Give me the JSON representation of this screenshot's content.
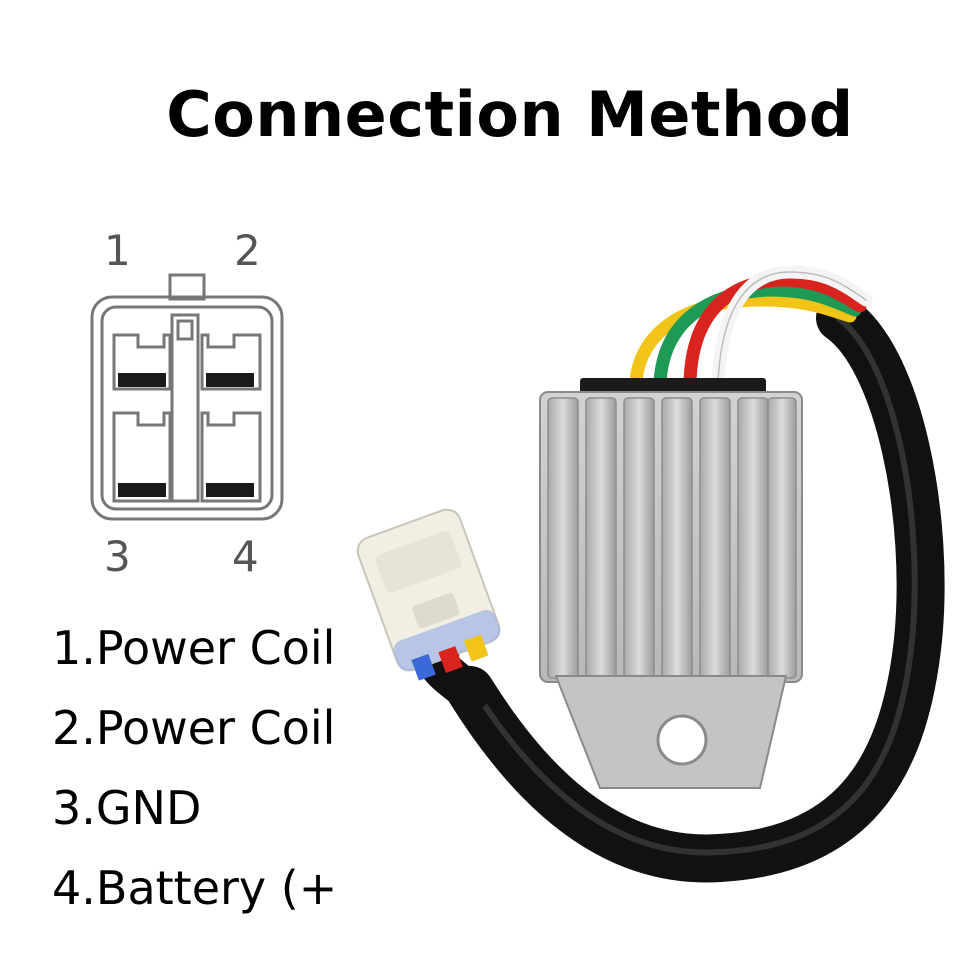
{
  "title": "Connection Method",
  "pins": {
    "p1": "1",
    "p2": "2",
    "p3": "3",
    "p4": "4"
  },
  "legend": [
    "1.Power Coil",
    "2.Power Coil",
    "3.GND",
    "4.Battery (+"
  ],
  "colors": {
    "wire_yellow": "#f2c418",
    "wire_green": "#1f9a55",
    "wire_red": "#d8231f",
    "wire_white": "#f4f4f4",
    "housing": "#c9c9c9",
    "cable": "#141414",
    "plug": "#f1efe4",
    "plug_blue": "#3b69d8"
  }
}
